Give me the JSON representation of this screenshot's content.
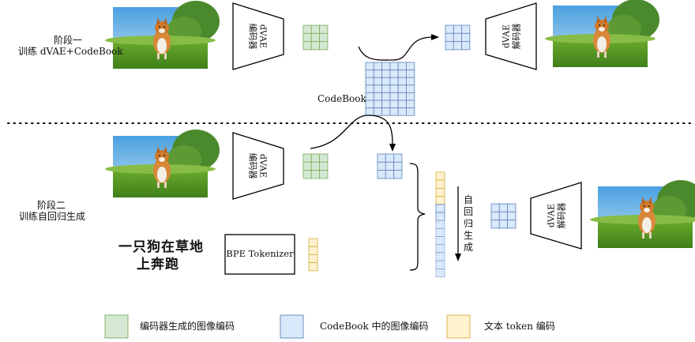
{
  "stage1": {
    "label_line1": "阶段一",
    "label_line2": "训练 dVAE+CodeBook",
    "encoder_text": "dVAE\n编码器",
    "decoder_text": "dVAE\n解码器",
    "codebook_label": "CodeBook"
  },
  "stage2": {
    "label_line1": "阶段二",
    "label_line2": "训练自回归生成",
    "encoder_text": "dVAE\n编码器",
    "decoder_text": "dVAE\n解码器",
    "prompt_line1": "一只狗在草地",
    "prompt_line2": "上奔跑",
    "tokenizer_label": "BPE Tokenizer",
    "autoregressive_label": "自\n回\n归\n生\n成"
  },
  "legend": [
    {
      "label": "编码器生成的图像编码",
      "color": "#d5e8d4"
    },
    {
      "label": "CodeBook 中的图像编码",
      "color": "#dae8fc"
    },
    {
      "label": "文本 token 编码",
      "color": "#fff2cc"
    }
  ],
  "colors": {
    "green_fill": "#d5e8d4",
    "green_stroke": "#82b366",
    "blue_fill": "#dae8fc",
    "blue_stroke": "#6c8ebf",
    "yellow_fill": "#fff2cc",
    "yellow_stroke": "#d6b656"
  }
}
